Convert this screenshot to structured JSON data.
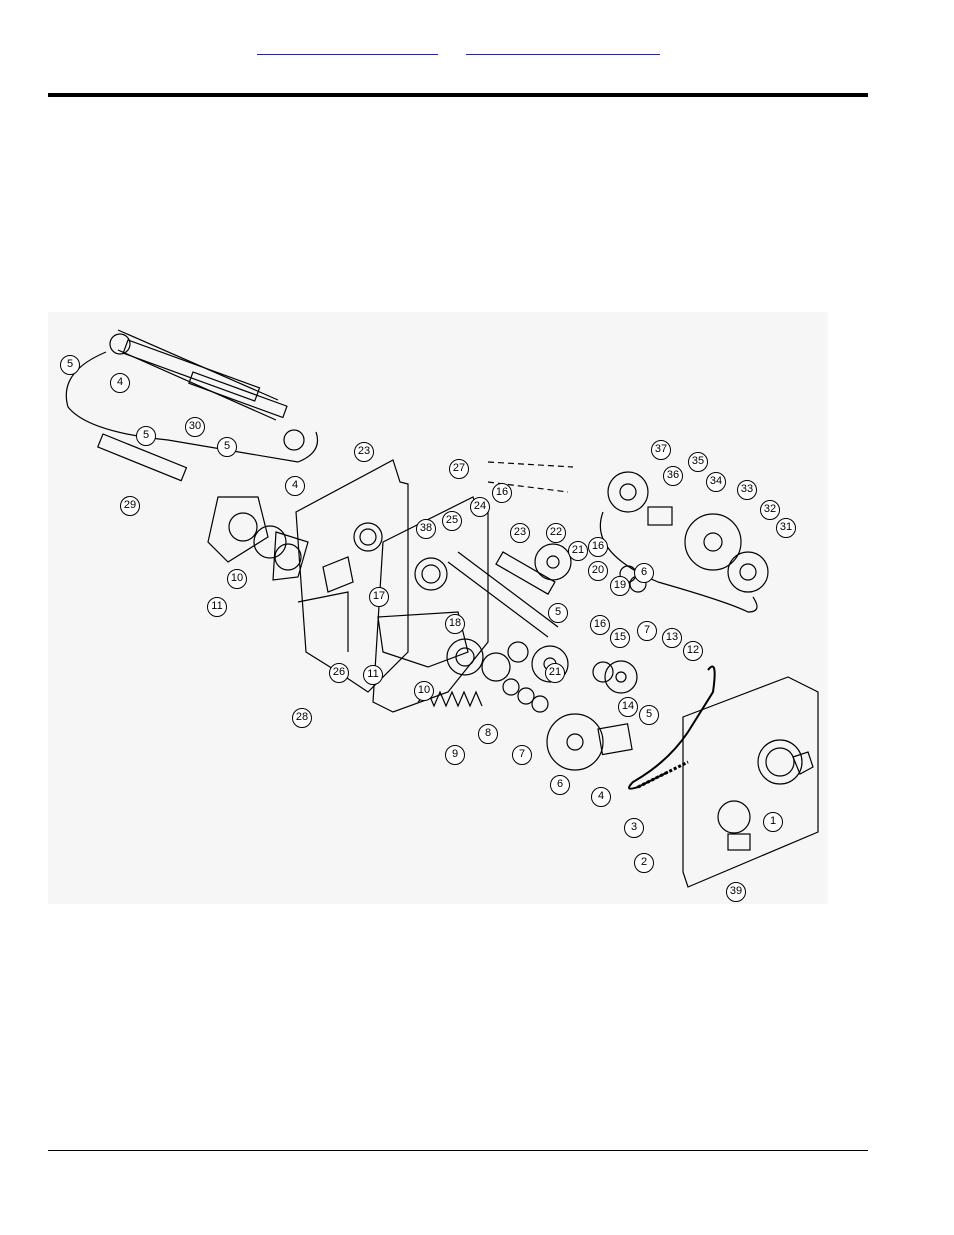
{
  "header": {
    "links": [
      "",
      ""
    ]
  },
  "diagram": {
    "callouts": [
      "5",
      "4",
      "30",
      "5",
      "5",
      "4",
      "29",
      "23",
      "27",
      "16",
      "24",
      "25",
      "38",
      "22",
      "23",
      "21",
      "16",
      "20",
      "19",
      "5",
      "16",
      "15",
      "7",
      "13",
      "12",
      "37",
      "36",
      "35",
      "34",
      "33",
      "32",
      "31",
      "6",
      "11",
      "10",
      "17",
      "18",
      "11",
      "10",
      "26",
      "28",
      "21",
      "14",
      "5",
      "9",
      "8",
      "7",
      "6",
      "4",
      "3",
      "1",
      "2",
      "39"
    ]
  }
}
